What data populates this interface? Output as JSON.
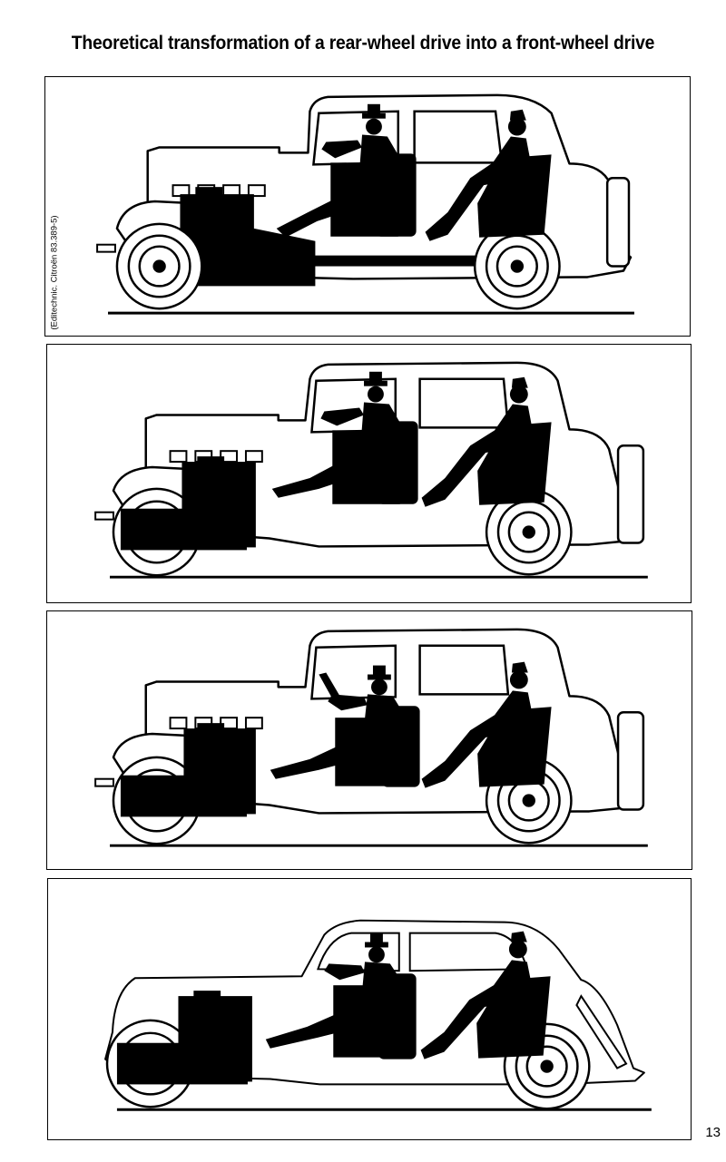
{
  "title": "Theoretical transformation of a rear-wheel drive into a front-wheel drive",
  "credit": "(Editechnic. Citroën 83.389-5)",
  "page_number": "13",
  "colors": {
    "ink": "#000000",
    "paper": "#ffffff"
  },
  "panels": [
    {
      "id": "rear-wheel-drive",
      "drive": "rear"
    },
    {
      "id": "front-wheel-drive-step-1",
      "drive": "front"
    },
    {
      "id": "front-wheel-drive-step-2",
      "drive": "front"
    },
    {
      "id": "front-wheel-drive-final",
      "drive": "front"
    }
  ]
}
